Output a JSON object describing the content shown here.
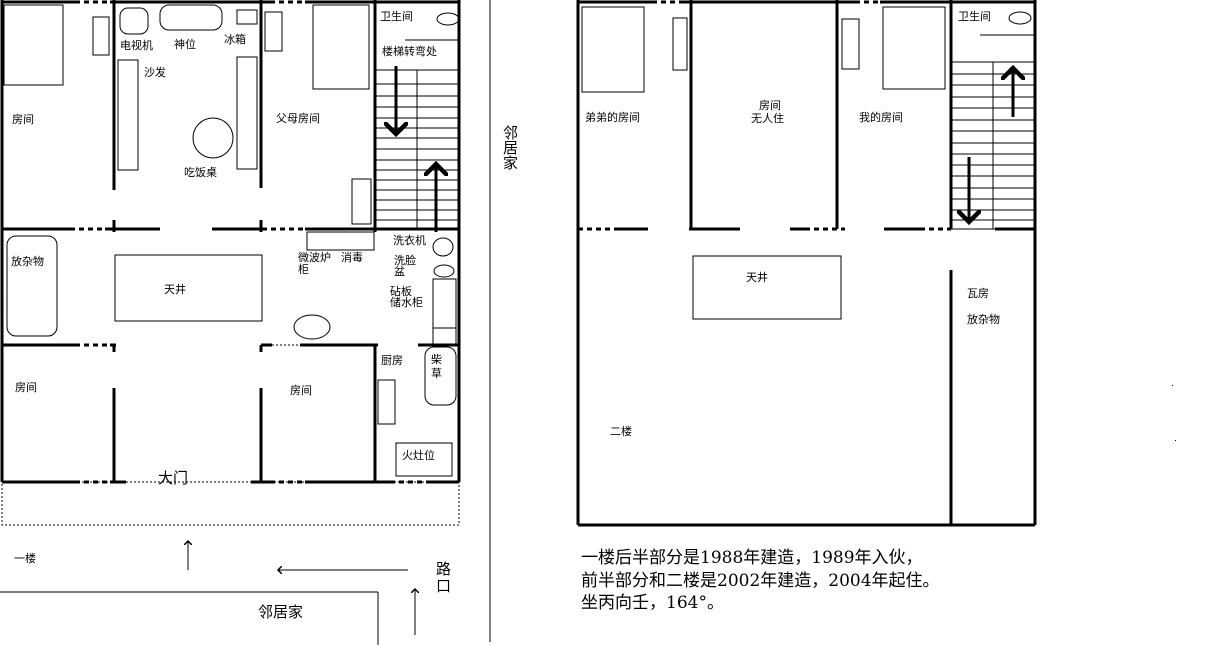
{
  "floor1": {
    "title": "一楼",
    "room_left_top": "房间",
    "tv": "电视机",
    "shrine": "神位",
    "fridge": "冰箱",
    "sofa": "沙发",
    "dining_table": "吃饭桌",
    "parents_room": "父母房间",
    "bathroom": "卫生间",
    "stair_turn": "楼梯转弯处",
    "storage": "放杂物",
    "courtyard": "天井",
    "microwave": "微波炉",
    "sterilizer": "消毒",
    "sterilizer_2": "柜",
    "washer": "洗衣机",
    "basin_1": "洗脸",
    "basin_2": "盆",
    "cutting_board": "砧板",
    "water_cabinet": "储水柜",
    "room_left_bottom": "房间",
    "room_right_bottom": "房间",
    "kitchen": "厨房",
    "firewood_1": "柴",
    "firewood_2": "草",
    "stove": "火灶位",
    "main_door": "大门"
  },
  "surroundings": {
    "neighbor_side": "邻居家",
    "neighbor_bottom": "邻居家",
    "road_1": "路",
    "road_2": "口"
  },
  "floor2": {
    "title": "二楼",
    "brother_room": "弟弟的房间",
    "empty_room_1": "房间",
    "empty_room_2": "无人住",
    "my_room": "我的房间",
    "bathroom": "卫生间",
    "courtyard": "天井",
    "tile_house": "瓦房",
    "storage": "放杂物"
  },
  "notes": [
    "一楼后半部分是1988年建造，1989年入伙，",
    "前半部分和二楼是2002年建造，2004年起住。",
    "坐丙向壬，164°。"
  ]
}
